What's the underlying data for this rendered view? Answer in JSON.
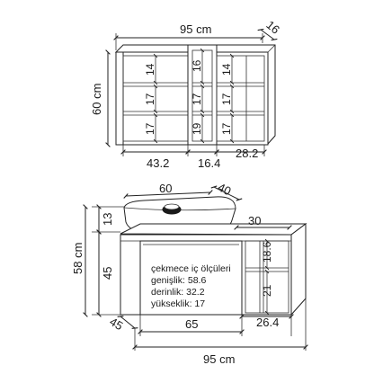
{
  "shelf_unit": {
    "width": "95 cm",
    "depth": "16",
    "height": "60 cm",
    "inner_heights_left": [
      "14",
      "17",
      "17"
    ],
    "inner_heights_middle": [
      "16",
      "17",
      "19"
    ],
    "inner_heights_right": [
      "14",
      "17",
      "17"
    ],
    "width_left": "43.2",
    "width_middle": "16.4",
    "width_right": "28.2"
  },
  "sink": {
    "width": "60",
    "depth": "40",
    "height": "13"
  },
  "cabinet": {
    "total_height": "58 cm",
    "body_height": "45",
    "side_depth": "30",
    "shelf_heights": [
      "18.6",
      "21"
    ],
    "depth": "45",
    "drawer_width": "65",
    "side_width": "26.4",
    "total_width": "95 cm"
  },
  "drawer_note": {
    "title": "çekmece iç ölçüleri",
    "width": "genişlik: 58.6",
    "depth": "derinlik: 32.2",
    "height": "yükseklik: 17"
  }
}
